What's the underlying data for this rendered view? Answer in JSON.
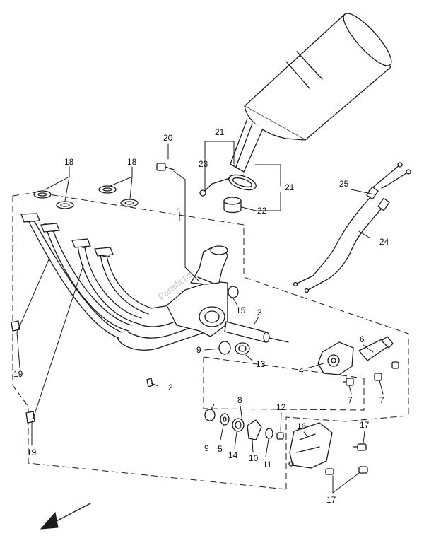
{
  "watermark": "Partsfiche",
  "callouts": {
    "c1": "1",
    "c2": "2",
    "c3": "3",
    "c4": "4",
    "c5": "5",
    "c6": "6",
    "c7a": "7",
    "c7b": "7",
    "c8": "8",
    "c9a": "9",
    "c9b": "9",
    "c10": "10",
    "c11": "11",
    "c12": "12",
    "c13": "13",
    "c14": "14",
    "c15": "15",
    "c16": "16",
    "c17a": "17",
    "c17b": "17",
    "c18a": "18",
    "c18b": "18",
    "c19a": "19",
    "c19b": "19",
    "c20": "20",
    "c21a": "21",
    "c21b": "21",
    "c22": "22",
    "c23": "23",
    "c24": "24",
    "c25": "25"
  },
  "colors": {
    "line": "#1a1a1a",
    "background": "#ffffff"
  },
  "icons": {
    "direction": "front-direction-arrow-icon"
  }
}
